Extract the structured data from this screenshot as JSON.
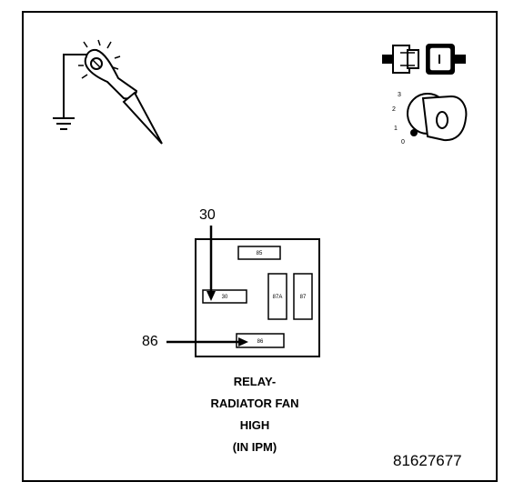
{
  "terminals": {
    "t85": "85",
    "t30": "30",
    "t87a": "87A",
    "t87": "87",
    "t86": "86"
  },
  "callouts": {
    "top": "30",
    "left": "86"
  },
  "ignition_positions": [
    "3",
    "2",
    "1",
    "0"
  ],
  "caption": {
    "line1": "RELAY-",
    "line2": "RADIATOR FAN",
    "line3": "HIGH",
    "line4": "(IN IPM)"
  },
  "figure_number": "81627677",
  "icons": {
    "probe": "test-light-probe-icon",
    "ground": "ground-symbol-icon",
    "connector": "disconnected-connector-icon",
    "ignition": "ignition-key-icon"
  }
}
